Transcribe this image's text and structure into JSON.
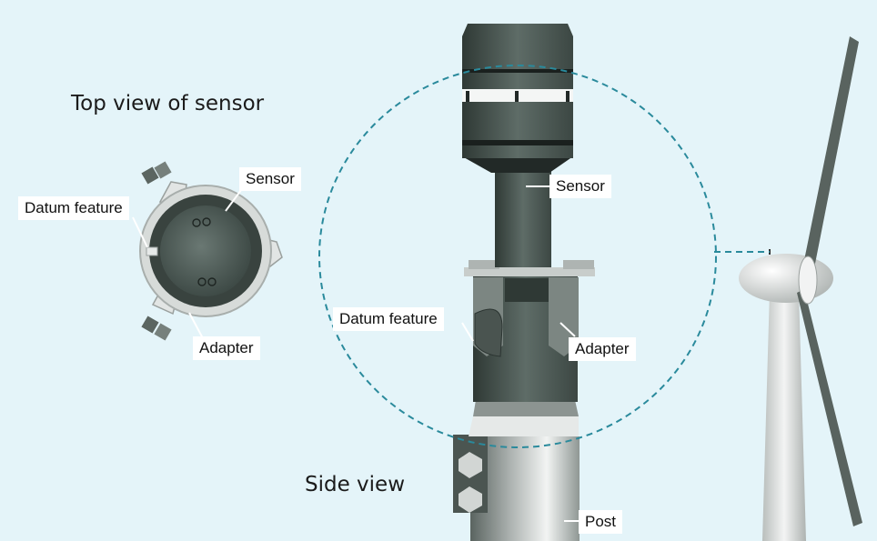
{
  "headings": {
    "top_view": "Top view of sensor",
    "side_view": "Side view"
  },
  "top_view_labels": {
    "sensor": "Sensor",
    "datum_feature": "Datum feature",
    "adapter": "Adapter"
  },
  "side_view_labels": {
    "sensor": "Sensor",
    "datum_feature": "Datum feature",
    "adapter": "Adapter",
    "post": "Post"
  },
  "colors": {
    "background": "#e4f4f9",
    "dashed_circle": "#2a8a9c",
    "dark_metal": "#3a4642",
    "mid_metal": "#5d6b66",
    "light_metal": "#c9cfcd",
    "turbine": "#d9dcdb"
  }
}
